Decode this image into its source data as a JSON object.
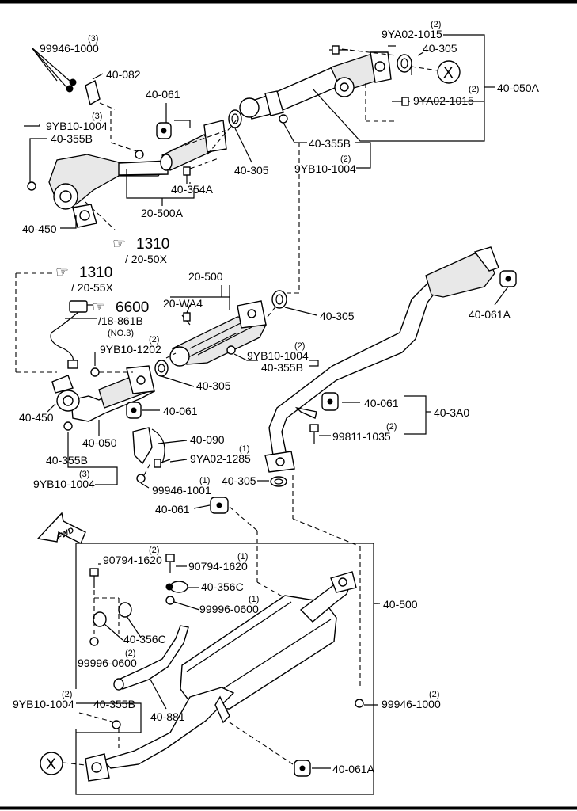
{
  "labels": {
    "p_40_082": "40-082",
    "p_99946_1000_top": "99946-1000",
    "q_99946_1000_top": "(3)",
    "p_9yb10_1004_a": "9YB10-1004",
    "q_9yb10_1004_a": "(3)",
    "p_40_355b_a": "40-355B",
    "p_40_061_a": "40-061",
    "p_40_305_a": "40-305",
    "p_40_354a": "40-354A",
    "p_20_500a": "20-500A",
    "p_40_450_a": "40-450",
    "ref_1310_a": "1310",
    "ref_1310_a_sub": "/ 20-50X",
    "p_9ya02_1015_a": "9YA02-1015",
    "q_9ya02_1015_a": "(2)",
    "p_40_305_b": "40-305",
    "p_9ya02_1015_b": "9YA02-1015",
    "q_9ya02_1015_b": "(2)",
    "p_40_050a": "40-050A",
    "p_40_355b_b": "40-355B",
    "p_9yb10_1004_b": "9YB10-1004",
    "q_9yb10_1004_b": "(2)",
    "ref_1310_b": "1310",
    "ref_1310_b_sub": "/ 20-55X",
    "ref_6600": "6600",
    "ref_6600_sub": "/18-861B",
    "ref_6600_sub2": "(NO.3)",
    "p_20_500": "20-500",
    "p_20_wa4": "20-WA4",
    "p_40_305_c": "40-305",
    "p_9yb10_1202": "9YB10-1202",
    "q_9yb10_1202": "(2)",
    "p_9yb10_1004_c": "9YB10-1004",
    "q_9yb10_1004_c": "(2)",
    "p_40_355b_c": "40-355B",
    "p_40_305_d": "40-305",
    "p_40_450_b": "40-450",
    "p_40_061_b": "40-061",
    "p_40_050": "40-050",
    "p_40_090": "40-090",
    "p_9ya02_1285": "9YA02-1285",
    "q_9ya02_1285": "(1)",
    "p_40_355b_d": "40-355B",
    "p_9yb10_1004_d": "9YB10-1004",
    "q_9yb10_1004_d": "(3)",
    "p_99946_1001": "99946-1001",
    "q_99946_1001": "(1)",
    "p_40_061_c": "40-061",
    "p_40_061a_a": "40-061A",
    "p_40_061_d": "40-061",
    "p_40_3a0": "40-3A0",
    "p_99811_1035": "99811-1035",
    "q_99811_1035": "(2)",
    "p_40_305_e": "40-305",
    "fwd": "FWD",
    "p_90794_1620_a": "90794-1620",
    "q_90794_1620_a": "(2)",
    "p_90794_1620_b": "90794-1620",
    "q_90794_1620_b": "(1)",
    "p_40_356c_a": "40-356C",
    "p_99996_0600_a": "99996-0600",
    "q_99996_0600_a": "(1)",
    "p_40_356c_b": "40-356C",
    "p_99996_0600_b": "99996-0600",
    "q_99996_0600_b": "(2)",
    "p_40_500": "40-500",
    "p_9yb10_1004_e": "9YB10-1004",
    "q_9yb10_1004_e": "(2)",
    "p_40_355b_e": "40-355B",
    "p_40_881": "40-881",
    "p_99946_1000_b": "99946-1000",
    "q_99946_1000_b": "(2)",
    "p_40_061a_b": "40-061A",
    "x_mark": "X"
  },
  "colors": {
    "line": "#000000",
    "fill": "#ffffff"
  }
}
